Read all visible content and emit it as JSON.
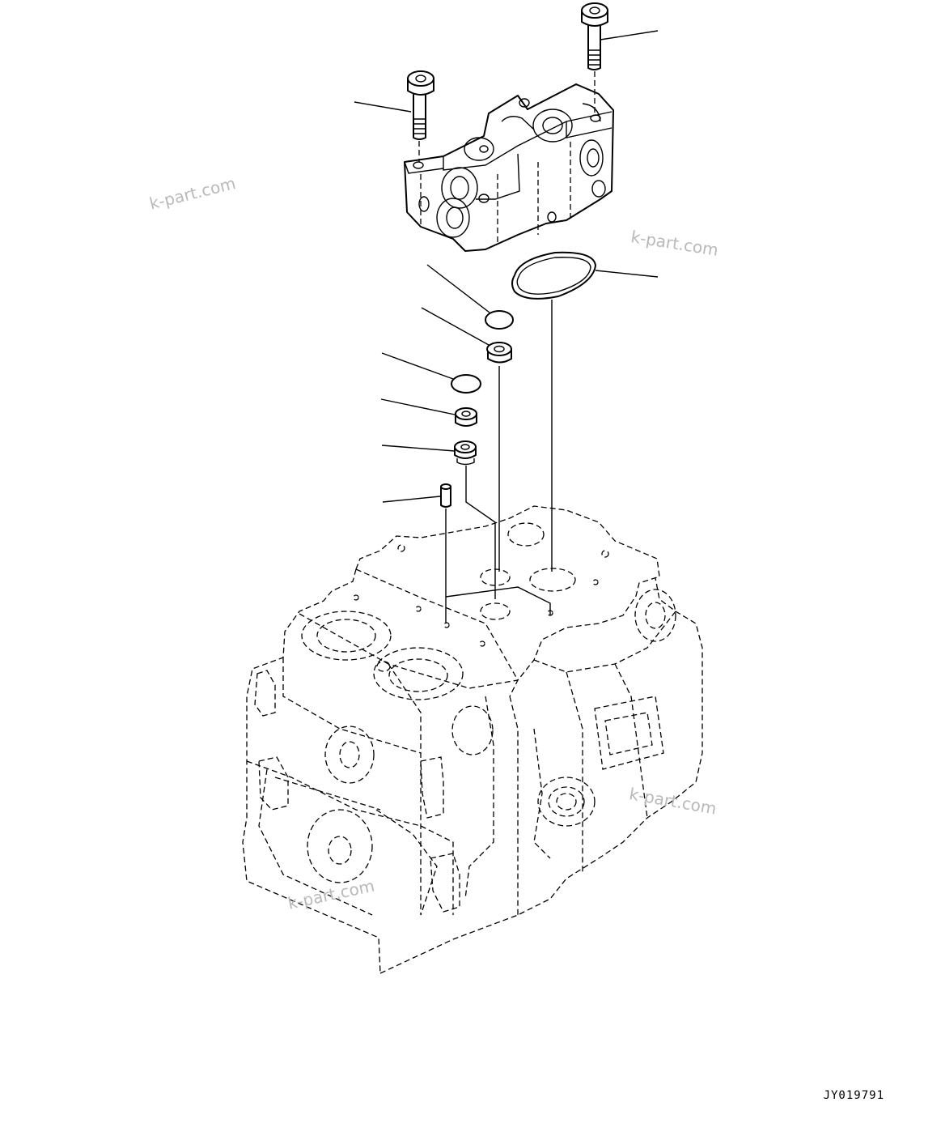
{
  "diagram": {
    "drawing_code": "JY019791",
    "watermarks": [
      "k-part.com",
      "k-part.com",
      "k-part.com",
      "k-part.com"
    ],
    "colors": {
      "line": "#000000",
      "watermark": "#b9b9b9",
      "background": "#ffffff"
    },
    "parts": [
      {
        "name": "bolt-left",
        "icon": "socket-head-bolt-icon"
      },
      {
        "name": "bolt-right",
        "icon": "socket-head-bolt-icon"
      },
      {
        "name": "valve-block",
        "icon": "valve-block-icon"
      },
      {
        "name": "o-ring-large",
        "icon": "o-ring-icon"
      },
      {
        "name": "o-ring-small-1",
        "icon": "o-ring-icon"
      },
      {
        "name": "spacer-1",
        "icon": "spacer-ring-icon"
      },
      {
        "name": "o-ring-small-2",
        "icon": "o-ring-icon"
      },
      {
        "name": "spacer-2",
        "icon": "spacer-ring-icon"
      },
      {
        "name": "spacer-3",
        "icon": "spacer-ring-icon"
      },
      {
        "name": "dowel-pin",
        "icon": "pin-icon"
      },
      {
        "name": "pump-case",
        "icon": "pump-case-icon"
      }
    ]
  }
}
